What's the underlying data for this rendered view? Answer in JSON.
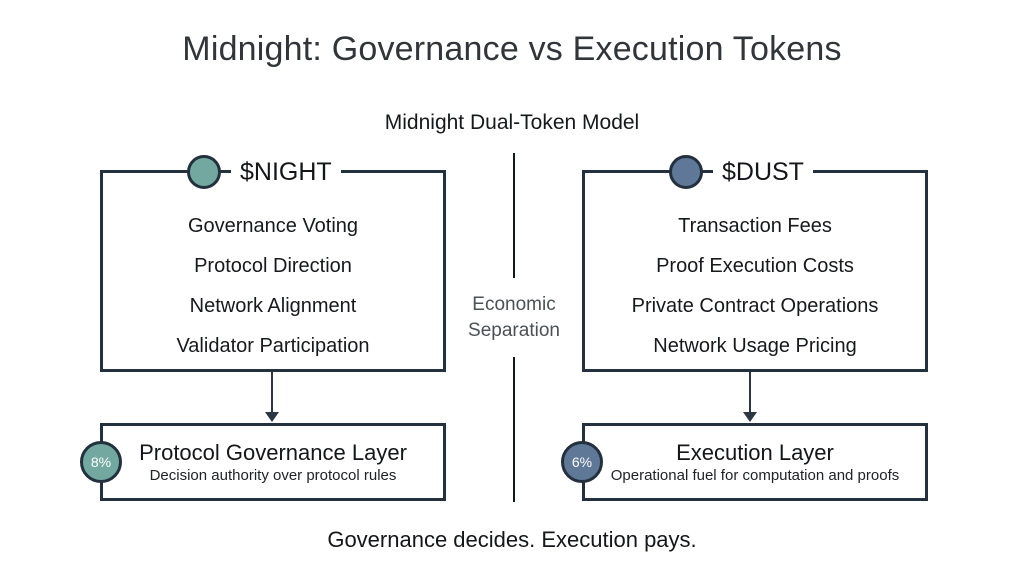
{
  "slide": {
    "title": "Midnight: Governance vs Execution Tokens",
    "subtitle": "Midnight Dual-Token Model",
    "caption": "Governance decides. Execution pays."
  },
  "divider": {
    "label_line1": "Economic",
    "label_line2": "Separation"
  },
  "colors": {
    "night_accent": "#72A89F",
    "dust_accent": "#5F7897",
    "box_border": "#23303D"
  },
  "night": {
    "token": "$NIGHT",
    "items": [
      "Governance Voting",
      "Protocol Direction",
      "Network Alignment",
      "Validator Participation"
    ],
    "layer": {
      "badge": "8%",
      "title": "Protocol Governance Layer",
      "subtitle": "Decision authority over protocol rules"
    }
  },
  "dust": {
    "token": "$DUST",
    "items": [
      "Transaction Fees",
      "Proof Execution Costs",
      "Private Contract Operations",
      "Network Usage Pricing"
    ],
    "layer": {
      "badge": "6%",
      "title": "Execution Layer",
      "subtitle": "Operational fuel for computation and proofs"
    }
  }
}
